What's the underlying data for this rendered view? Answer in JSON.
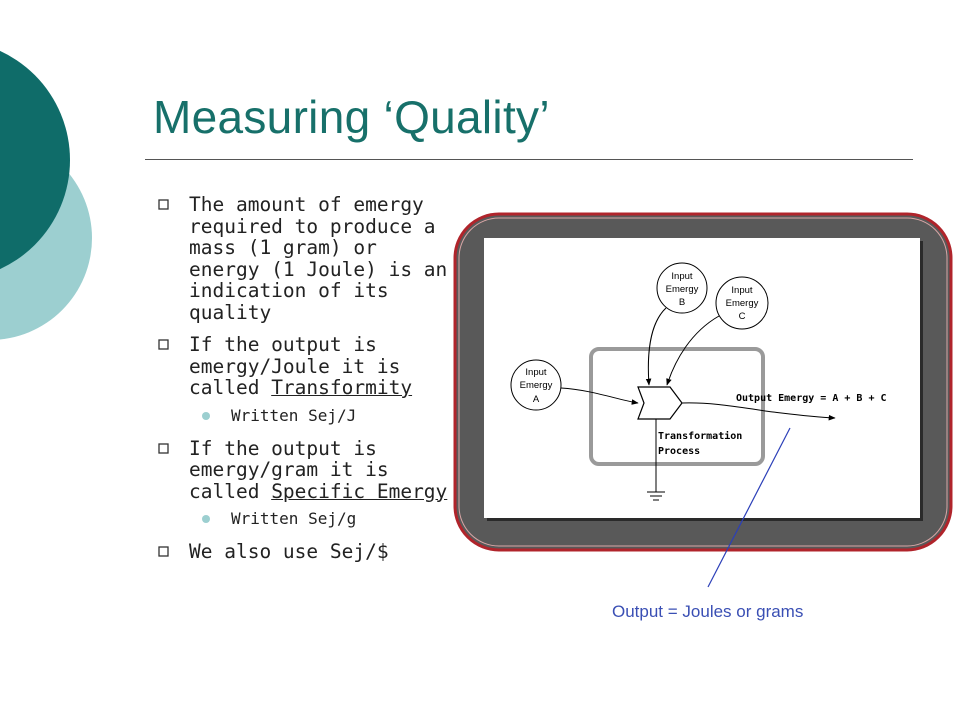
{
  "slide": {
    "title": "Measuring ‘Quality’",
    "bullets": [
      {
        "text": "The amount of emergy required to produce a mass (1 gram) or energy (1 Joule) is an indication of its quality"
      },
      {
        "text_before": "If the output is emergy/Joule it is called ",
        "underlined": "Transformity",
        "sub": "Written Sej/J"
      },
      {
        "text_before": "If the output is emergy/gram it is called ",
        "underlined": "Specific Emergy",
        "sub": "Written Sej/g"
      },
      {
        "text": "We also use Sej/$"
      }
    ],
    "caption": "Output = Joules or grams"
  },
  "diagram": {
    "inputs": [
      {
        "line1": "Input",
        "line2": "Emergy",
        "line3": "A"
      },
      {
        "line1": "Input",
        "line2": "Emergy",
        "line3": "B"
      },
      {
        "line1": "Input",
        "line2": "Emergy",
        "line3": "C"
      }
    ],
    "output_label": "Output Emergy = A + B + C",
    "process_line1": "Transformation",
    "process_line2": "Process"
  },
  "colors": {
    "title": "#17706a",
    "teal_dark": "#0f6c69",
    "teal_light": "#9ccfd0",
    "frame_red": "#b0242b",
    "frame_gray": "#595959",
    "caption": "#3a4fb4"
  }
}
